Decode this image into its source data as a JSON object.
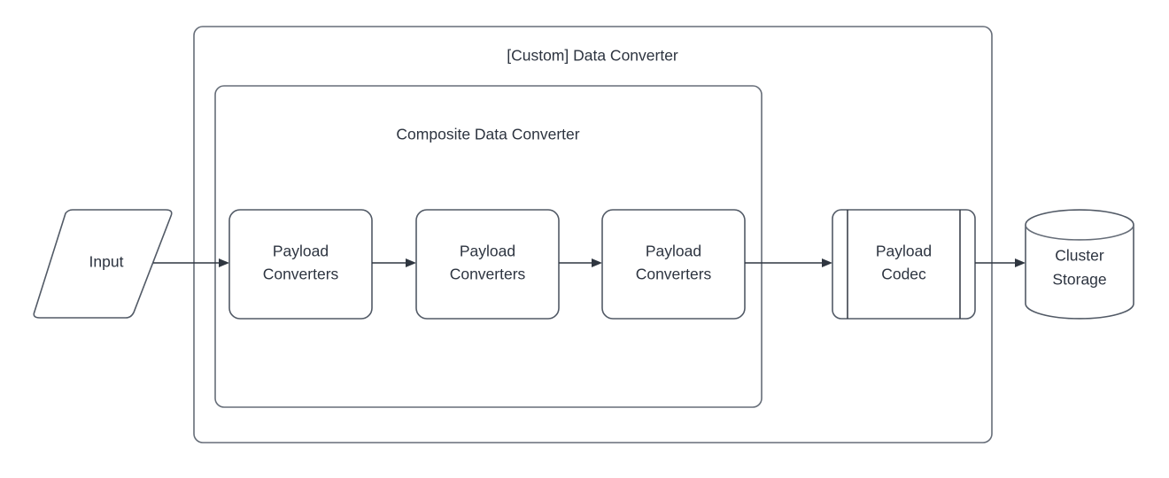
{
  "diagram": {
    "title": "[Custom] Data Converter",
    "background_color": "#ffffff",
    "stroke_color": "#666d78",
    "text_color": "#2d3440",
    "arrow_color": "#2f3640",
    "containers": [
      {
        "id": "custom-data-converter",
        "label": "[Custom] Data Converter",
        "shape": "rounded-rect"
      },
      {
        "id": "composite-data-converter",
        "label": "Composite Data Converter",
        "shape": "rounded-rect"
      }
    ],
    "nodes": [
      {
        "id": "input",
        "label": "Input",
        "shape": "parallelogram"
      },
      {
        "id": "payload-converters-1",
        "label_line1": "Payload",
        "label_line2": "Converters",
        "shape": "rounded-rect"
      },
      {
        "id": "payload-converters-2",
        "label_line1": "Payload",
        "label_line2": "Converters",
        "shape": "rounded-rect"
      },
      {
        "id": "payload-converters-3",
        "label_line1": "Payload",
        "label_line2": "Converters",
        "shape": "rounded-rect"
      },
      {
        "id": "payload-codec",
        "label_line1": "Payload",
        "label_line2": "Codec",
        "shape": "predefined-process"
      },
      {
        "id": "cluster-storage",
        "label_line1": "Cluster",
        "label_line2": "Storage",
        "shape": "cylinder"
      }
    ],
    "edges": [
      {
        "id": "edge-input-to-pc1",
        "from": "input",
        "to": "payload-converters-1"
      },
      {
        "id": "edge-pc1-to-pc2",
        "from": "payload-converters-1",
        "to": "payload-converters-2"
      },
      {
        "id": "edge-pc2-to-pc3",
        "from": "payload-converters-2",
        "to": "payload-converters-3"
      },
      {
        "id": "edge-pc3-to-codec",
        "from": "payload-converters-3",
        "to": "payload-codec"
      },
      {
        "id": "edge-codec-to-storage",
        "from": "payload-codec",
        "to": "cluster-storage"
      }
    ]
  }
}
